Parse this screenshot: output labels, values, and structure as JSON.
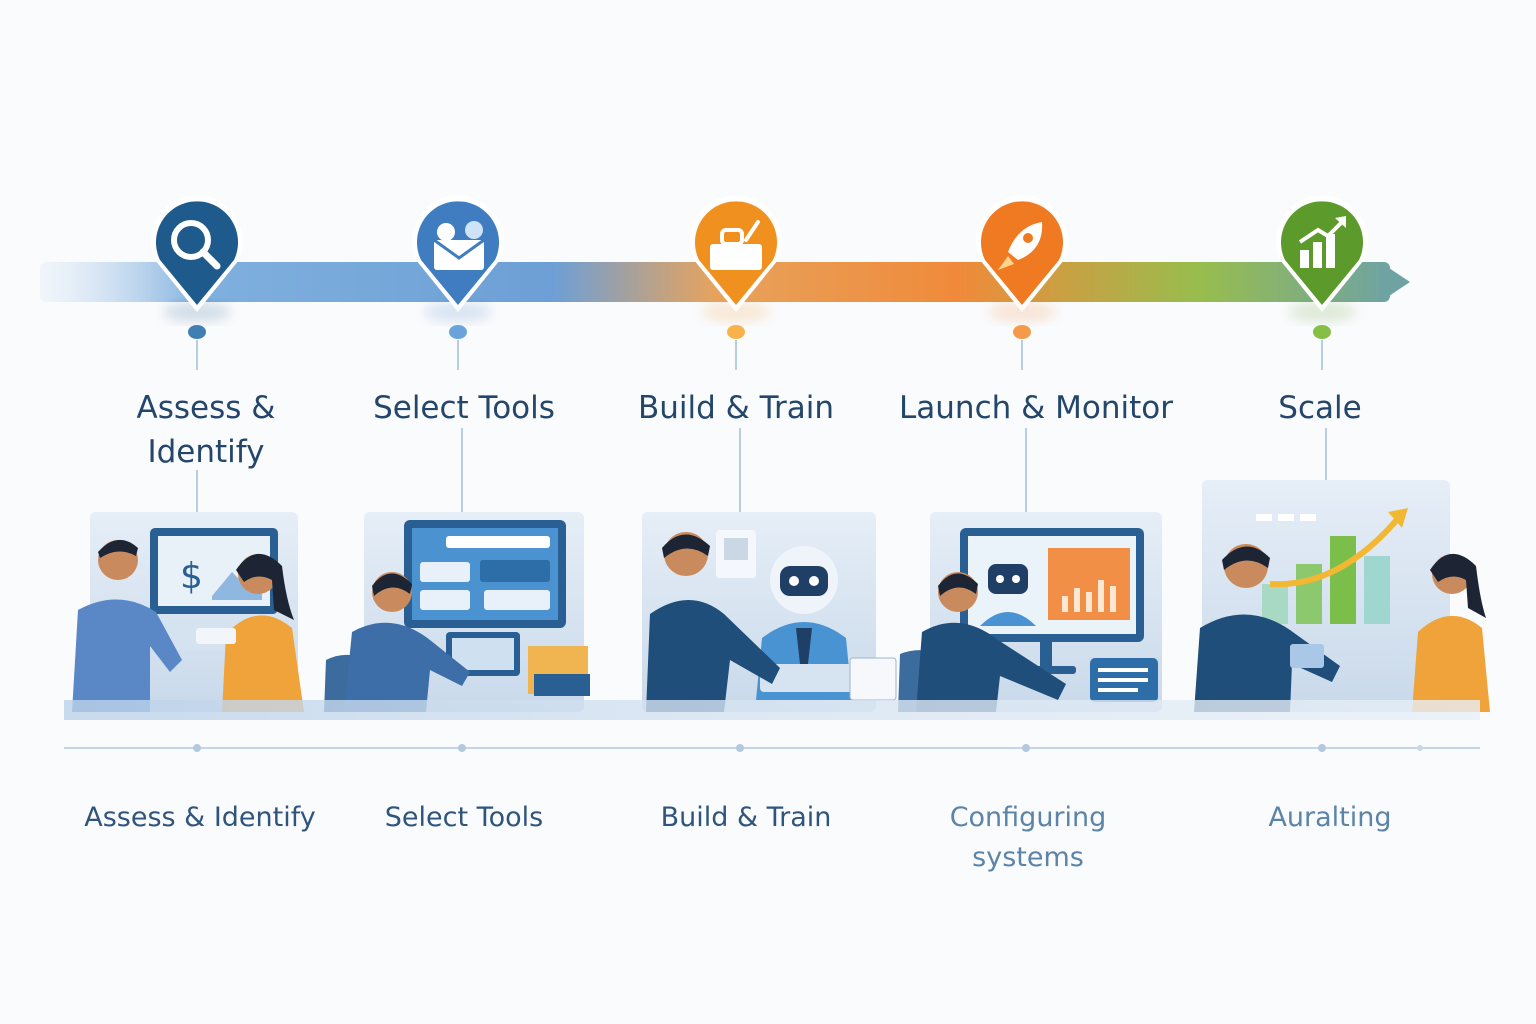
{
  "stages": [
    {
      "key": "assess",
      "title": "Assess & Identify",
      "caption": "Assess & Identify",
      "icon": "magnifier-icon",
      "color": "#1f5a8c",
      "color_light": "#3f7fb3"
    },
    {
      "key": "select",
      "title": "Select Tools",
      "caption": "Select Tools",
      "icon": "gear-envelope-icon",
      "color": "#3f7dc0",
      "color_light": "#6aa2dc"
    },
    {
      "key": "build",
      "title": "Build & Train",
      "caption": "Build & Train",
      "icon": "toolbox-icon",
      "color": "#f0911f",
      "color_light": "#f7b24a"
    },
    {
      "key": "launch",
      "title": "Launch & Monitor",
      "caption": "Configuring systems",
      "icon": "rocket-icon",
      "color": "#ef7a22",
      "color_light": "#f59a48"
    },
    {
      "key": "scale",
      "title": "Scale",
      "caption": "Auralting",
      "icon": "growth-chart-icon",
      "color": "#5c9a2c",
      "color_light": "#86bf45"
    }
  ],
  "palette": {
    "navy": "#1f4e7a",
    "skin": "#c98a5e",
    "hair": "#1d2433",
    "orange_shirt": "#f0a33a",
    "screen_blue": "#3f86c6",
    "panel_bg": "#dde8f3"
  }
}
